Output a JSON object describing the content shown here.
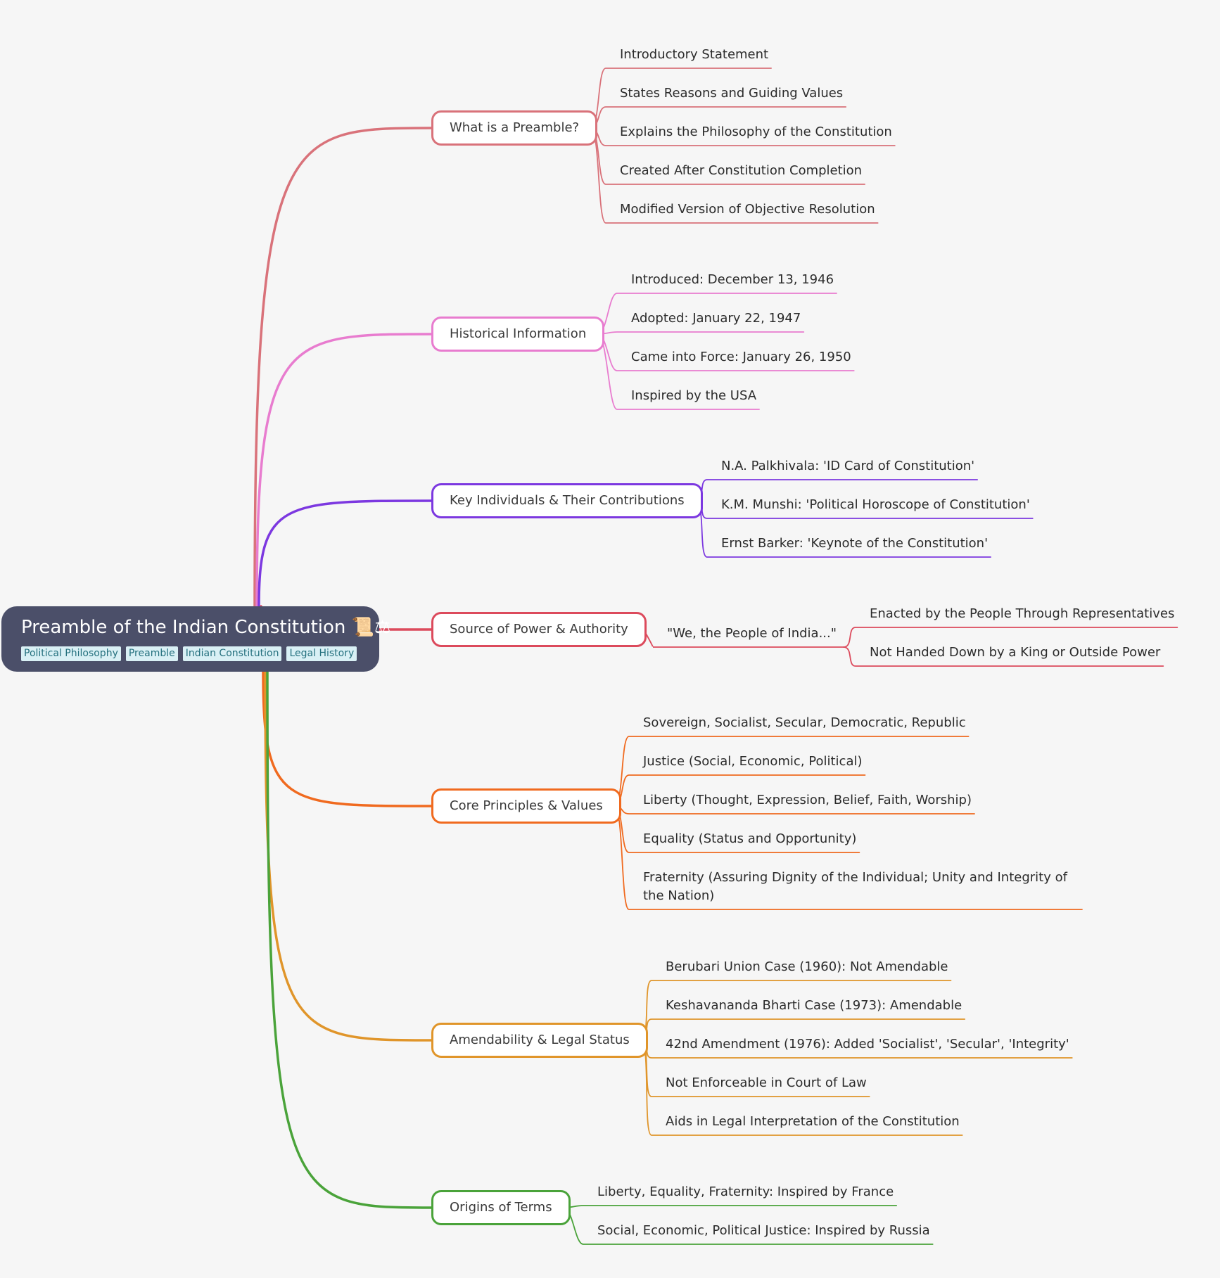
{
  "root": {
    "title": "Preamble of the Indian Constitution 📜⚖",
    "tags": [
      "Political Philosophy",
      "Preamble",
      "Indian Constitution",
      "Legal History"
    ]
  },
  "branches": [
    {
      "label": "What is a Preamble?",
      "color": "#d9727a",
      "leaves": [
        "Introductory Statement",
        "States Reasons and Guiding Values",
        "Explains the Philosophy of the Constitution",
        "Created After Constitution Completion",
        "Modified Version of Objective Resolution"
      ]
    },
    {
      "label": "Historical Information",
      "color": "#e87ccf",
      "leaves": [
        "Introduced: December 13, 1946",
        "Adopted: January 22, 1947",
        "Came into Force: January 26, 1950",
        "Inspired by the USA"
      ]
    },
    {
      "label": "Key Individuals & Their Contributions",
      "color": "#7c38e0",
      "leaves": [
        "N.A. Palkhivala:  'ID Card of Constitution'",
        "K.M. Munshi: 'Political Horoscope of Constitution'",
        "Ernst Barker: 'Keynote of the Constitution'"
      ]
    },
    {
      "label": "Source of Power & Authority",
      "color": "#dc4a5c",
      "sub": "\"We, the People of India...\"",
      "leaves": [
        "Enacted by the People Through Representatives",
        "Not Handed Down by a King or Outside Power"
      ]
    },
    {
      "label": "Core Principles & Values",
      "color": "#f06a1f",
      "leaves": [
        "Sovereign, Socialist, Secular, Democratic, Republic",
        "Justice (Social, Economic, Political)",
        "Liberty (Thought, Expression, Belief, Faith, Worship)",
        "Equality (Status and Opportunity)",
        "Fraternity (Assuring Dignity of the Individual; Unity and Integrity of the Nation)"
      ]
    },
    {
      "label": "Amendability & Legal Status",
      "color": "#e0952a",
      "leaves": [
        "Berubari Union Case (1960): Not Amendable",
        "Keshavananda Bharti Case (1973): Amendable",
        "42nd Amendment (1976): Added 'Socialist', 'Secular', 'Integrity'",
        "Not Enforceable in Court of Law",
        "Aids in Legal Interpretation of the Constitution"
      ]
    },
    {
      "label": "Origins of Terms",
      "color": "#4aa33a",
      "leaves": [
        "Liberty, Equality, Fraternity: Inspired by France",
        "Social, Economic, Political Justice: Inspired by Russia"
      ]
    }
  ]
}
